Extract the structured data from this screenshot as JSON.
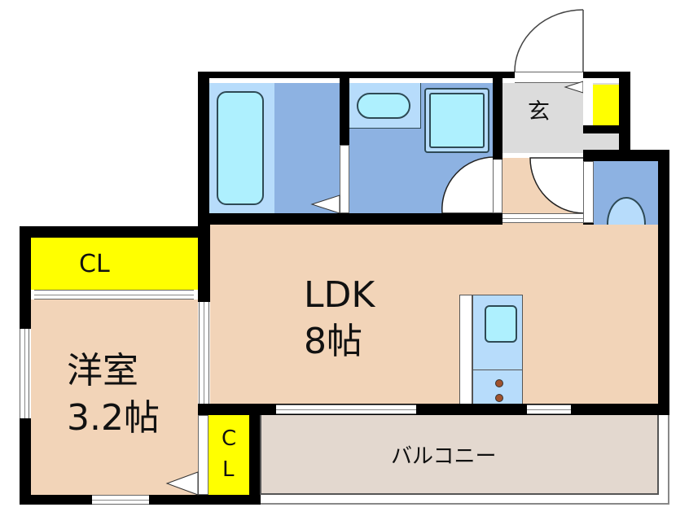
{
  "floorplan": {
    "rooms": {
      "ldk": {
        "name": "LDK",
        "size": "8帖"
      },
      "western_room": {
        "name": "洋室",
        "size": "3.2帖"
      },
      "entrance": {
        "name": "玄"
      },
      "closet_main": {
        "name": "CL"
      },
      "closet_small": {
        "line1": "C",
        "line2": "L"
      },
      "balcony": {
        "name": "バルコニー"
      }
    },
    "colors": {
      "wall": "#000000",
      "floor": "#f2d4b8",
      "wet_area_light": "#b7dcfb",
      "wet_area_mid": "#8db2e2",
      "fixture": "#aef0fe",
      "entrance": "#dcdcdc",
      "closet": "#ffff00",
      "balcony": "#e3d8cf",
      "stove_burner": "#a0522d"
    }
  }
}
